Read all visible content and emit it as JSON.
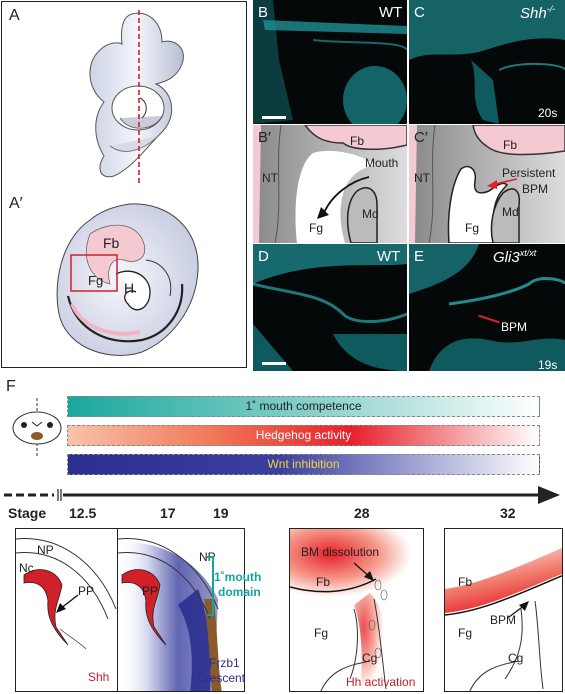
{
  "panels": {
    "A": "A",
    "A_prime": "A′",
    "B": "B",
    "C": "C",
    "B_prime": "B′",
    "C_prime": "C′",
    "D": "D",
    "E": "E",
    "F": "F"
  },
  "micrographs": {
    "B_genotype": "WT",
    "C_genotype": "Shh",
    "C_sup": "-/-",
    "C_stage": "20s",
    "D_genotype": "WT",
    "E_genotype": "Gli3",
    "E_sup": "xt/xt",
    "E_stage": "19s",
    "E_arrow_label": "BPM"
  },
  "schematic_A_prime": {
    "fb": "Fb",
    "fg": "Fg",
    "h": "H"
  },
  "schematic_B_prime": {
    "fb": "Fb",
    "nt": "NT",
    "mouth": "Mouth",
    "fg": "Fg",
    "md": "Md"
  },
  "schematic_C_prime": {
    "fb": "Fb",
    "nt": "NT",
    "persistent": "Persistent",
    "bpm": "BPM",
    "fg": "Fg",
    "md": "Md"
  },
  "timeline": {
    "bars": [
      {
        "label": "1˚ mouth competence",
        "color_start": "#1aa79c",
        "color_end": "#ffffff"
      },
      {
        "label": "Hedgehog activity",
        "color_start": "#f7b9a0",
        "color_mid": "#e8202a",
        "color_end": "#ffffff"
      },
      {
        "label": "Wnt inhibition",
        "color_start": "#2b2f8f",
        "color_end": "#ffffff"
      }
    ],
    "stage_label": "Stage",
    "stages": [
      "12.5",
      "17",
      "19",
      "28",
      "32"
    ]
  },
  "bottom_panels": {
    "p1": {
      "np": "NP",
      "nc": "Nc",
      "pp": "PP",
      "caption": "Shh"
    },
    "p2": {
      "np": "NP",
      "pp": "PP",
      "domain_line1": "1˚mouth",
      "domain_line2": "domain",
      "caption1": "Frzb1",
      "caption2": "Crescent"
    },
    "p3": {
      "bm": "BM dissolution",
      "fb": "Fb",
      "fg": "Fg",
      "cg": "Cg",
      "caption": "Hh activation"
    },
    "p4": {
      "fb": "Fb",
      "bpm": "BPM",
      "fg": "Fg",
      "cg": "Cg"
    }
  },
  "colors": {
    "teal": "#15a39b",
    "red": "#c7202a",
    "blue": "#2b2f8f",
    "micrograph_bg": "#050808",
    "cyan": "#2ec4c8"
  }
}
